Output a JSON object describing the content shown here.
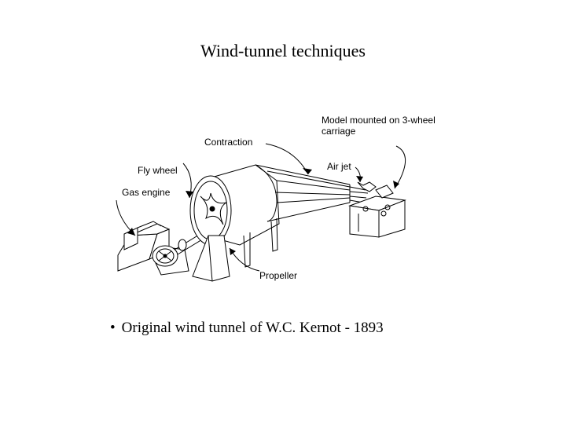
{
  "slide": {
    "title": "Wind-tunnel techniques",
    "labels": {
      "model": "Model mounted on 3-wheel carriage",
      "contraction": "Contraction",
      "air_jet": "Air jet",
      "fly_wheel": "Fly wheel",
      "gas_engine": "Gas engine",
      "propeller": "Propeller"
    },
    "bullet": {
      "marker": "•",
      "text": "Original wind tunnel of W.C. Kernot - 1893"
    }
  }
}
